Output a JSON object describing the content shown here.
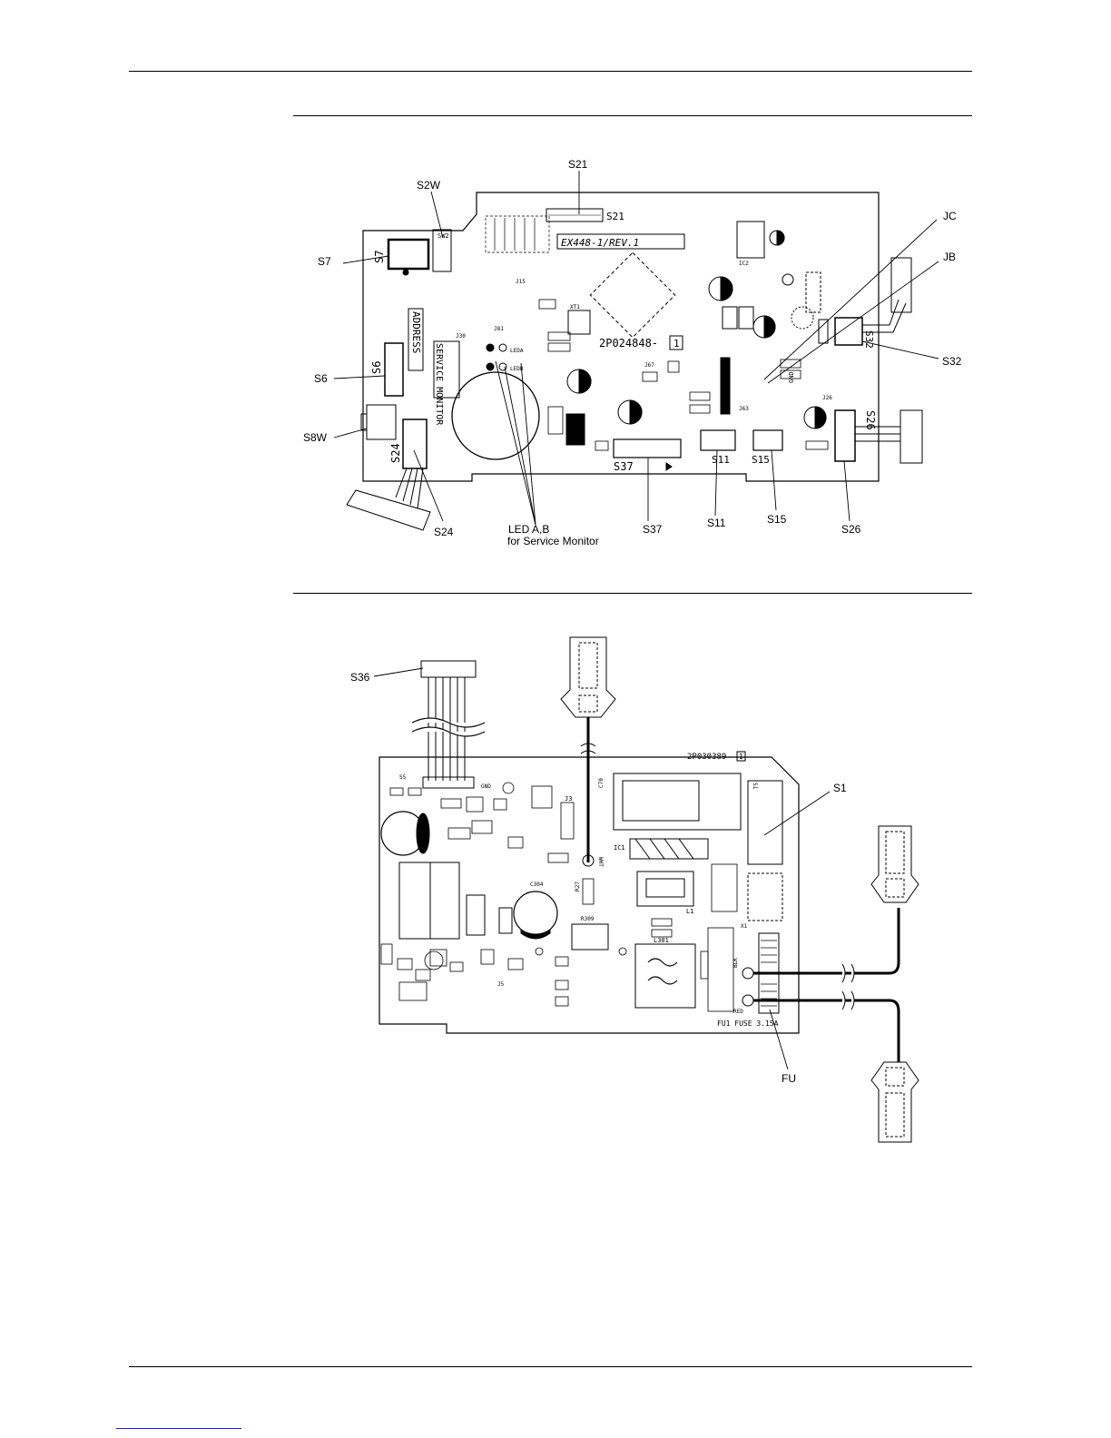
{
  "figure1": {
    "callouts": {
      "s21": "S21",
      "s2w": "S2W",
      "s7": "S7",
      "s6": "S6",
      "s8w": "S8W",
      "s24": "S24",
      "led_line1": "LED A,B",
      "led_line2": "for Service Monitor",
      "s37": "S37",
      "s11": "S11",
      "s15": "S15",
      "s26": "S26",
      "jc": "JC",
      "jb": "JB",
      "s32": "S32"
    },
    "silkscreen": {
      "board_id": "2P024848-",
      "board_rev": "1",
      "ex_label": "EX448-1/REV.1",
      "s21": "S21",
      "s7": "S7",
      "s6": "S6",
      "s24": "S24",
      "s37": "S37",
      "s11": "S11",
      "s15": "S15",
      "s26": "S26",
      "s32": "S32",
      "address": "ADDRESS",
      "service_monitor": "SERVICE MONITOR",
      "leda": "LEDA",
      "ledb": "LEDB",
      "sw2": "SW2",
      "gnd": "GND",
      "ic2": "IC2",
      "xt1": "XT1",
      "j30": "J30",
      "j81": "J81",
      "j15": "J15",
      "j63": "J63",
      "j26": "J26",
      "j67": "J67"
    }
  },
  "figure2": {
    "callouts": {
      "s36": "S36",
      "s1": "S1",
      "fu": "FU"
    },
    "silkscreen": {
      "board_id": "2P030389-",
      "board_rev": "1",
      "fuse": "FU1 FUSE 3.15A",
      "s5": "S5",
      "j3": "J3",
      "c70": "C70",
      "ic1": "IC1",
      "l1": "L1",
      "l301": "L301",
      "gnd": "GND",
      "c304": "C304",
      "r309": "R309",
      "s1": "S1",
      "wht": "WHT",
      "blk": "BLK",
      "red": "RED",
      "j5": "J5",
      "r27": "R27",
      "x1": "X1"
    }
  }
}
